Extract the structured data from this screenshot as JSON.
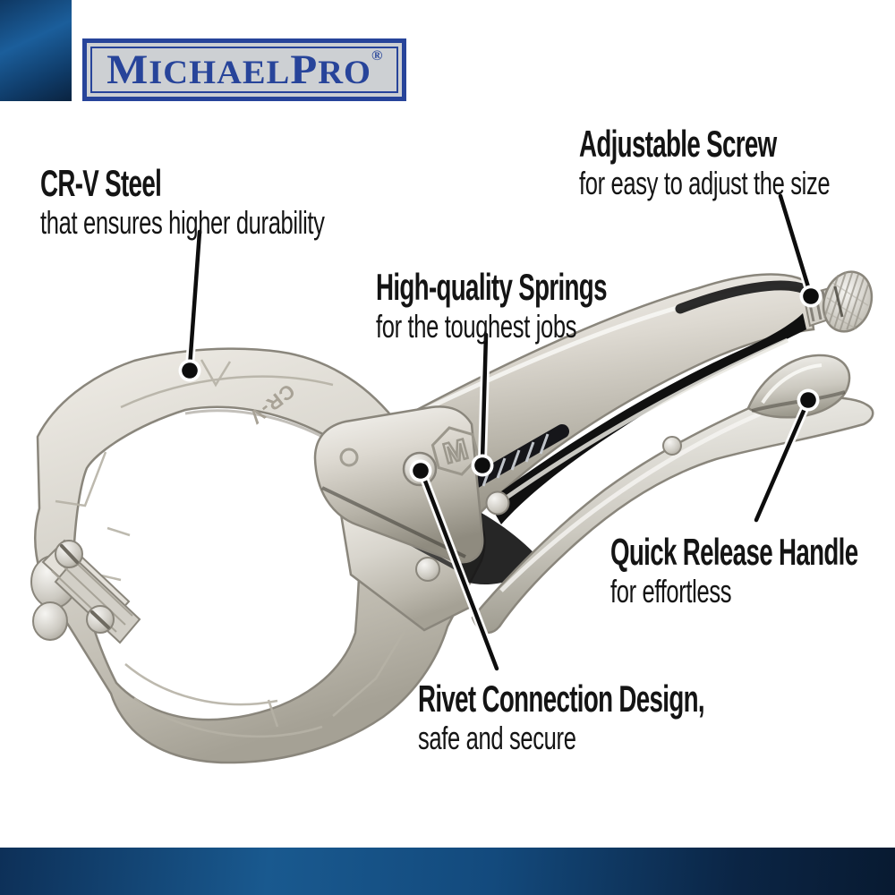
{
  "brand": {
    "name": "MichaelPro",
    "parts": {
      "m": "M",
      "ichael": "ICHAEL",
      "p": "P",
      "ro": "RO",
      "reg": "®"
    },
    "blue": "#27449a",
    "plate_bg": "#cdd0d3"
  },
  "callouts": [
    {
      "id": "crv",
      "title": "CR-V Steel",
      "subtitle": "that ensures higher durability"
    },
    {
      "id": "screw",
      "title": "Adjustable Screw",
      "subtitle": "for easy to adjust the size"
    },
    {
      "id": "springs",
      "title": "High-quality Springs",
      "subtitle": "for the toughest jobs"
    },
    {
      "id": "quick",
      "title": "Quick Release Handle",
      "subtitle": "for effortless"
    },
    {
      "id": "rivet",
      "title": "Rivet Connection Design,",
      "subtitle": "safe and secure"
    }
  ],
  "product": {
    "type": "locking C-clamp pliers",
    "stamp": "CR-V",
    "logo_letter": "M"
  },
  "colors": {
    "text": "#141414",
    "leader_line": "#0d0d0d",
    "metal_light": "#f2f1ed",
    "metal_dark": "#908c80",
    "bar_navy": "#0a2340",
    "bar_blue": "#1b5e9b"
  }
}
